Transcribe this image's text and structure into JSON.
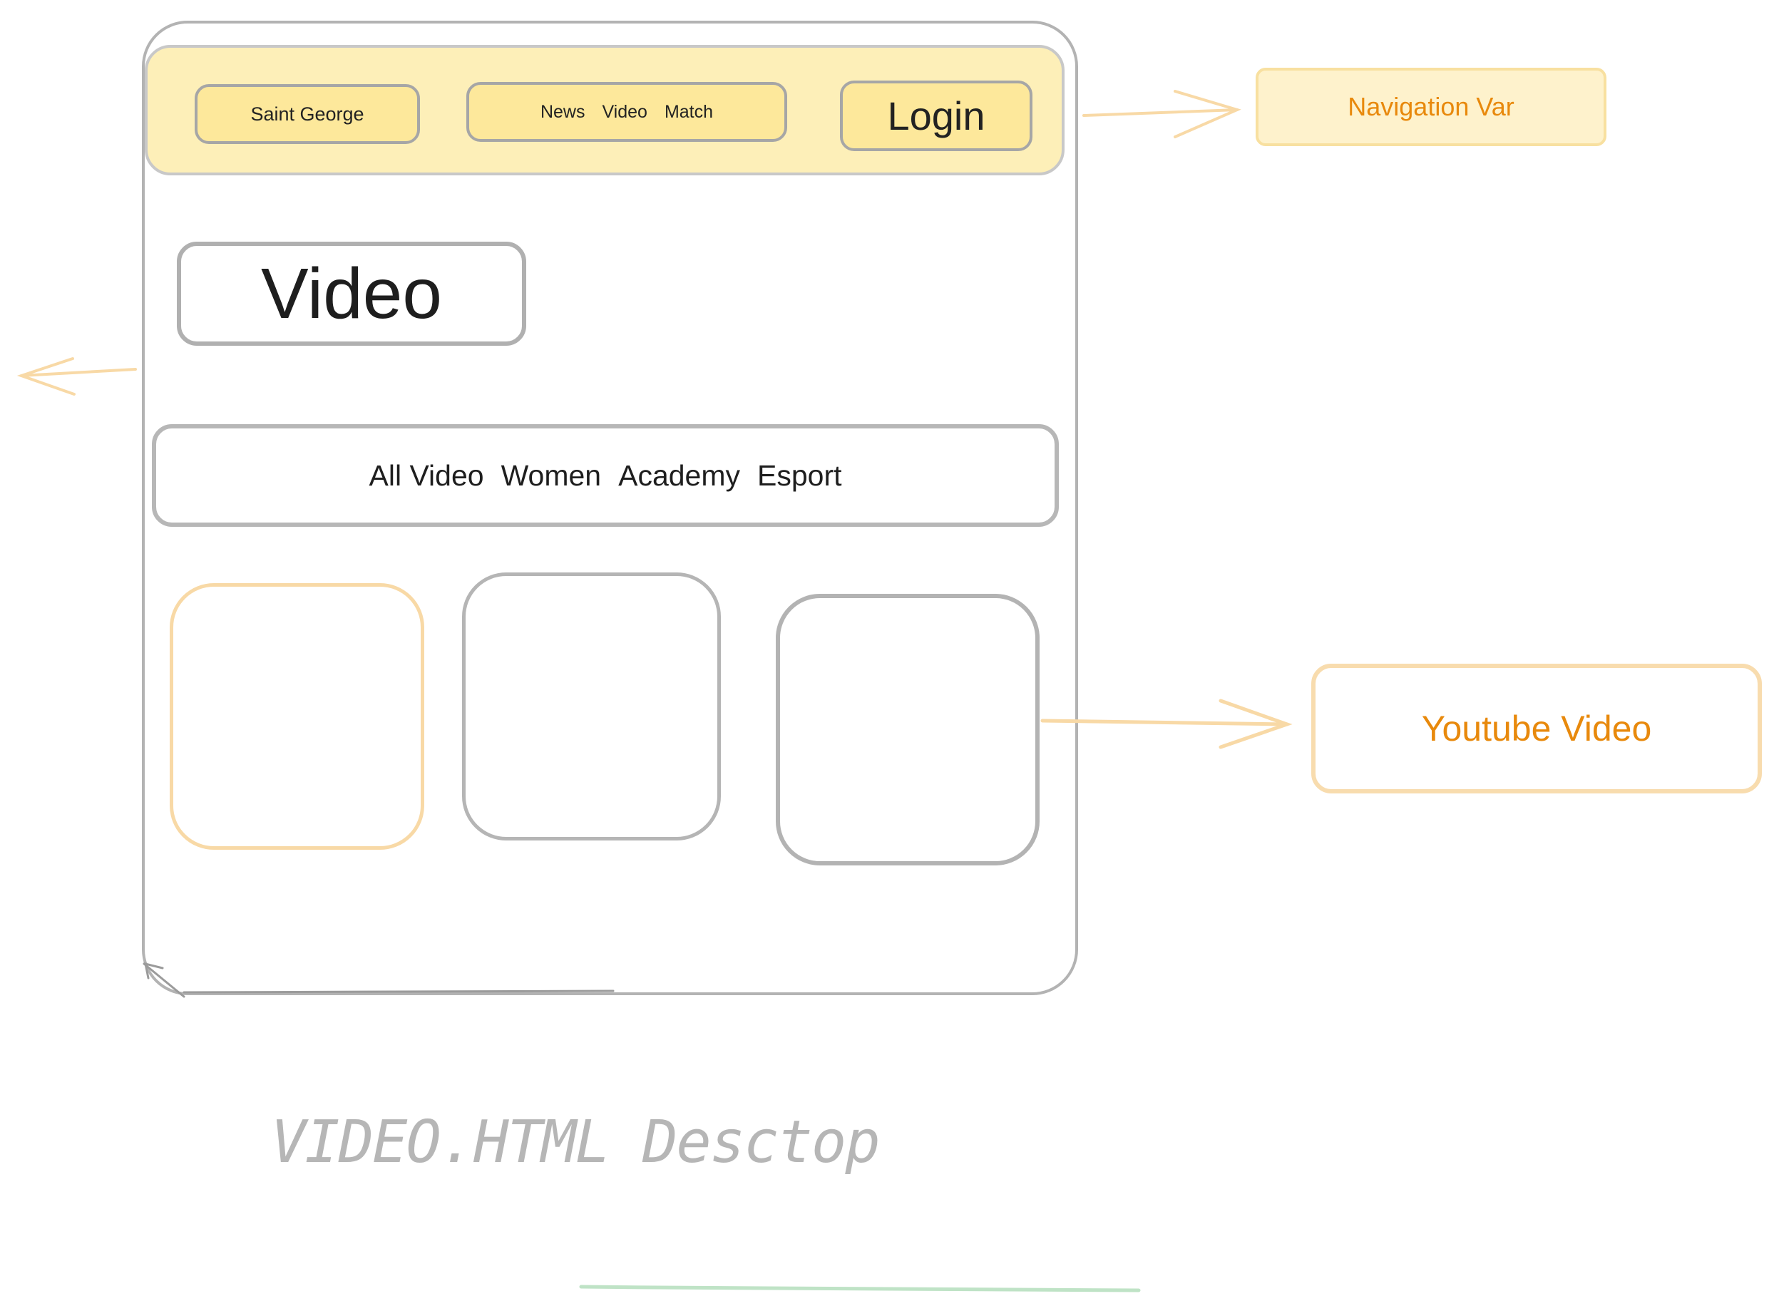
{
  "navbar": {
    "brand": "Saint George",
    "links": [
      "News",
      "Video",
      "Match"
    ],
    "login": "Login"
  },
  "page": {
    "title": "Video",
    "filters": [
      "All Video",
      "Women",
      "Academy",
      "Esport"
    ]
  },
  "video_cards": [
    {},
    {},
    {}
  ],
  "annotations": {
    "navigation": "Navigation Var",
    "youtube": "Youtube Video"
  },
  "caption": "VIDEO.HTML Desctop",
  "colors": {
    "navbar_fill": "#fdefb8",
    "nav_button_fill": "#fde89b",
    "annotation_text": "#e8890c",
    "annotation_border": "#f8dcae",
    "outline": "#b3b3b3",
    "caption": "#b6b6b6",
    "underline": "#bfe3c6"
  }
}
